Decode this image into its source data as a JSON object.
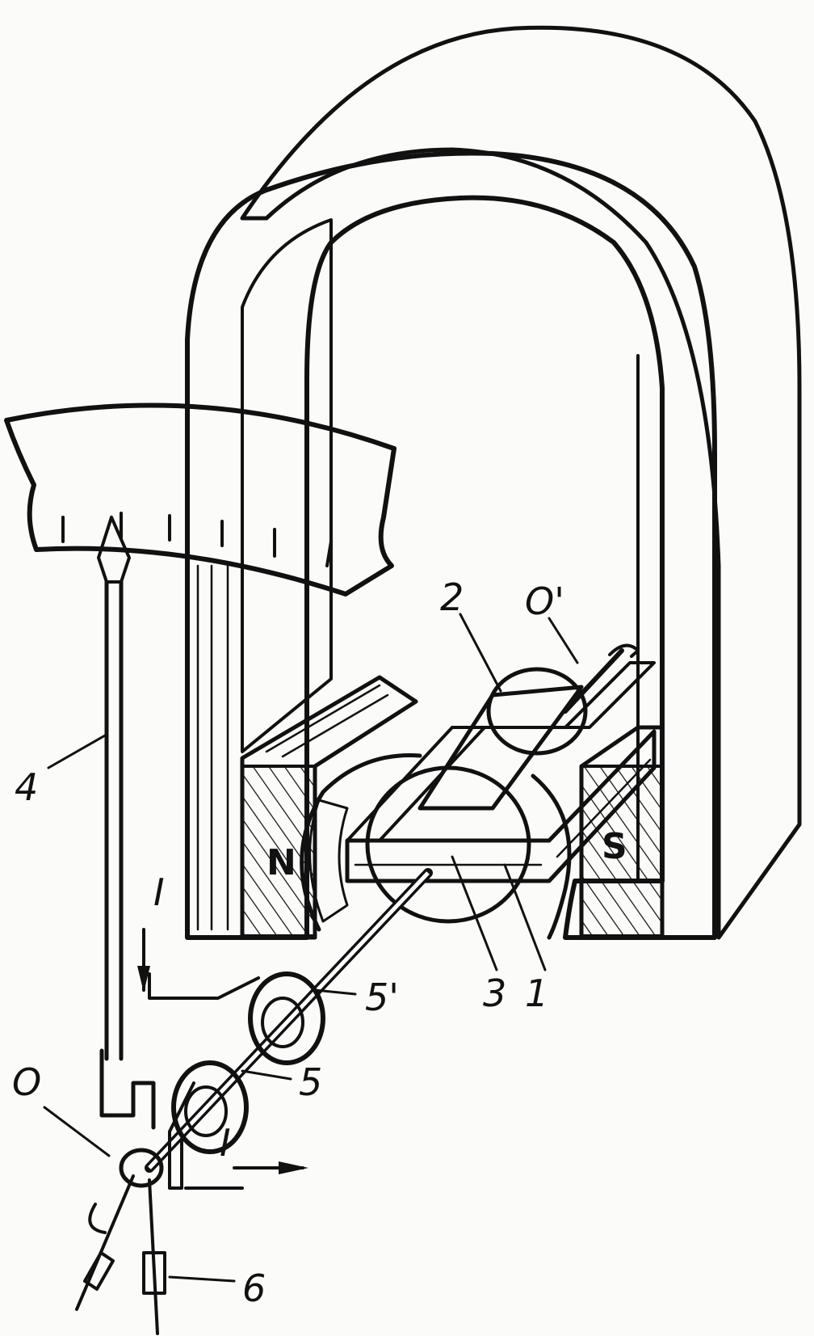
{
  "diagram": {
    "labels": {
      "pointer": "4",
      "core": "2",
      "frame": "3",
      "pole_piece": "1",
      "spring_front": "5",
      "spring_rear": "5'",
      "lead": "6",
      "axis_front": "O",
      "axis_rear": "O'",
      "current_in": "I",
      "current_out": "I"
    },
    "poles": {
      "north": "N",
      "south": "S"
    },
    "colors": {
      "ink": "#111111",
      "paper": "#fbfbf9"
    }
  }
}
